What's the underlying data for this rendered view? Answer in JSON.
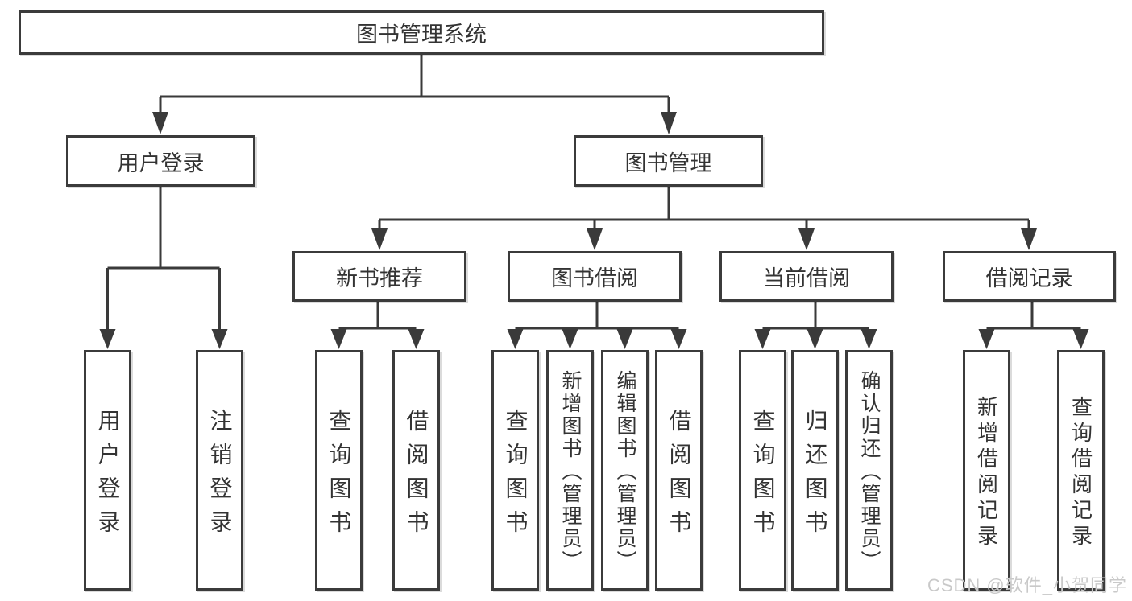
{
  "diagram": {
    "type": "hierarchy-tree",
    "title": "图书管理系统",
    "tree": {
      "label": "图书管理系统",
      "children": [
        {
          "label": "用户登录",
          "children": [
            {
              "label": "用户登录"
            },
            {
              "label": "注销登录"
            }
          ]
        },
        {
          "label": "图书管理",
          "children": [
            {
              "label": "新书推荐",
              "children": [
                {
                  "label": "查询图书"
                },
                {
                  "label": "借阅图书"
                }
              ]
            },
            {
              "label": "图书借阅",
              "children": [
                {
                  "label": "查询图书"
                },
                {
                  "label": "新增图书（管理员）"
                },
                {
                  "label": "编辑图书（管理员）"
                },
                {
                  "label": "借阅图书"
                }
              ]
            },
            {
              "label": "当前借阅",
              "children": [
                {
                  "label": "查询图书"
                },
                {
                  "label": "归还图书"
                },
                {
                  "label": "确认归还（管理员）"
                }
              ]
            },
            {
              "label": "借阅记录",
              "children": [
                {
                  "label": "新增借阅记录"
                },
                {
                  "label": "查询借阅记录"
                }
              ]
            }
          ]
        }
      ]
    }
  },
  "watermark": "CSDN @软件_小贺同学",
  "colors": {
    "line": "#3a3a3a",
    "box_border": "#3b3b3b",
    "text": "#333333",
    "background": "#ffffff",
    "watermark": "#c9c9c9"
  }
}
